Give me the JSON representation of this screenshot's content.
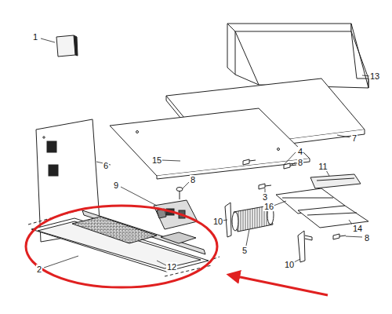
{
  "diagram": {
    "labels": [
      "1",
      "13",
      "7",
      "6",
      "15",
      "4",
      "8",
      "11",
      "3",
      "9",
      "8",
      "16",
      "10",
      "5",
      "14",
      "8",
      "10",
      "2",
      "12"
    ]
  }
}
